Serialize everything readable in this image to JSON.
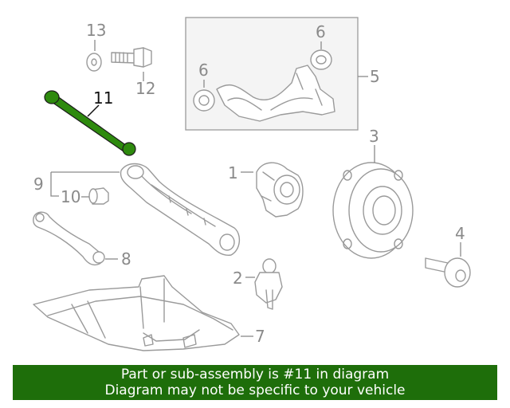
{
  "callouts": {
    "c1": "1",
    "c2": "2",
    "c3": "3",
    "c4": "4",
    "c5": "5",
    "c6a": "6",
    "c6b": "6",
    "c7": "7",
    "c8": "8",
    "c9": "9",
    "c10": "10",
    "c11": "11",
    "c12": "12",
    "c13": "13"
  },
  "colors": {
    "highlight_part": "#2e8a0e",
    "banner_background": "#1e6e0a",
    "part_lines": "#9a9a9a"
  },
  "banner": {
    "line1": "Part or sub-assembly is #11 in diagram",
    "line2": "Diagram may not be specific to your vehicle"
  }
}
